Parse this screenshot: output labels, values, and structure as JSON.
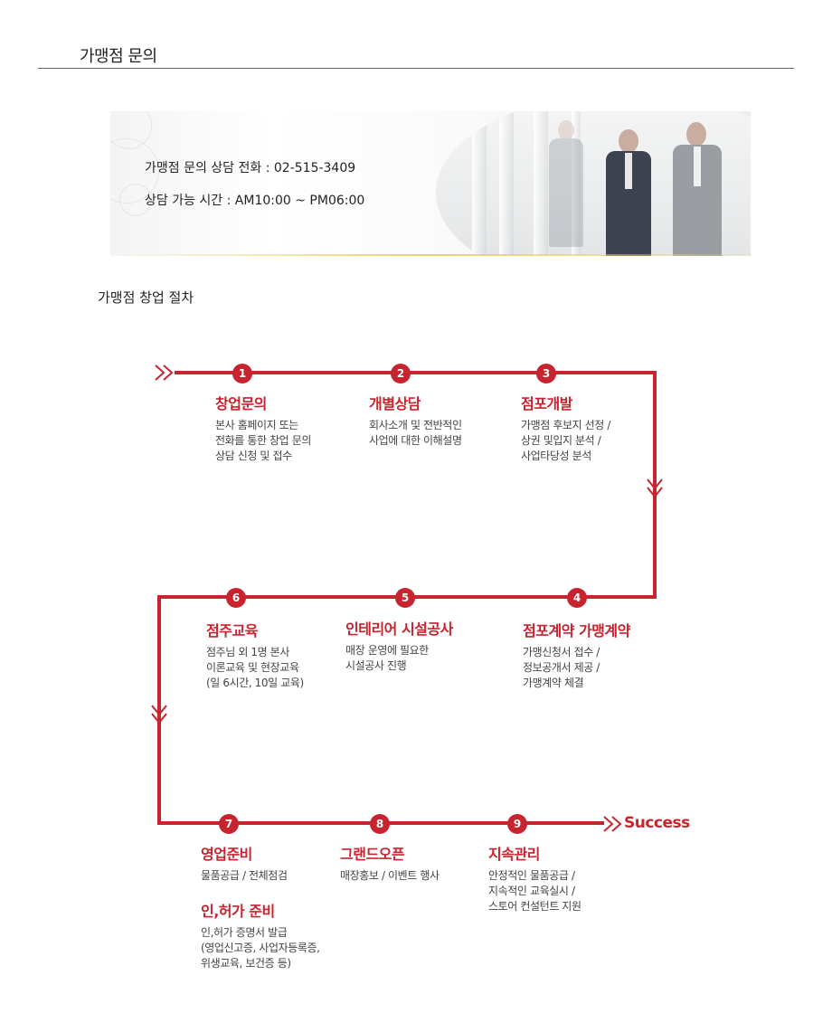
{
  "page": {
    "title": "가맹점 문의",
    "section_title": "가맹점 창업 절차"
  },
  "banner": {
    "phone_line": "가맹점 문의 상담 전화 : 02-515-3409",
    "hours_line": "상담 가능 시간 : AM10:00 ~ PM06:00"
  },
  "process": {
    "end_label": "Success",
    "line_color": "#c8242f",
    "steps": [
      {
        "num": "1",
        "title": "창업문의",
        "desc": "본사 홈페이지 또는\n전화를 통한 창업 문의\n상담 신청 및 접수"
      },
      {
        "num": "2",
        "title": "개별상담",
        "desc": "회사소개 및 전반적인\n사업에 대한 이해설명"
      },
      {
        "num": "3",
        "title": "점포개발",
        "desc": "가맹점 후보지 선정 /\n상권 및입지 분석 /\n사업타당성 분석"
      },
      {
        "num": "4",
        "title": "점포계약 가맹계약",
        "desc": "가맹신청서 접수 /\n정보공개서 제공 /\n가맹계약 체결"
      },
      {
        "num": "5",
        "title": "인테리어 시설공사",
        "desc": "매장 운영에 필요한\n시설공사 진행"
      },
      {
        "num": "6",
        "title": "점주교육",
        "desc": "점주님 외 1명 본사\n이론교육 및 현장교육\n(일 6시간, 10일 교육)"
      },
      {
        "num": "7",
        "title": "영업준비",
        "desc": "물품공급 / 전체점검",
        "title2": "인,허가 준비",
        "desc2": "인,허가 증명서 발급\n(영업신고증, 사업자등록증,\n위생교육, 보건증 등)"
      },
      {
        "num": "8",
        "title": "그랜드오픈",
        "desc": "매장홍보 / 이벤트 행사"
      },
      {
        "num": "9",
        "title": "지속관리",
        "desc": "안정적인 물품공급 /\n지속적인 교육실시 /\n스토어 컨설턴트 지원"
      }
    ]
  }
}
